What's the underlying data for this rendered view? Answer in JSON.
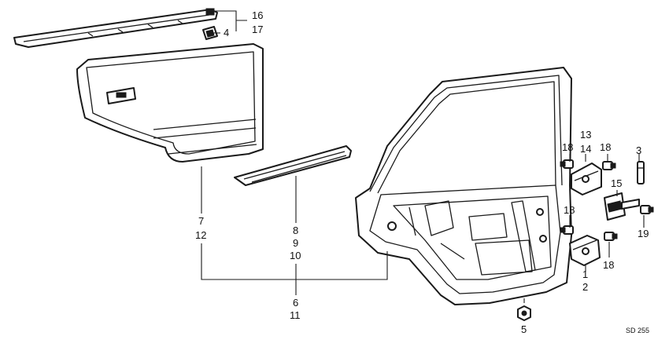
{
  "diagram_code": "SD 255",
  "callouts": {
    "c16": "16",
    "c17": "17",
    "c4": "4",
    "c7": "7",
    "c12": "12",
    "c8": "8",
    "c9": "9",
    "c10": "10",
    "c6": "6",
    "c11": "11",
    "c13": "13",
    "c14": "14",
    "c18a": "18",
    "c18b": "18",
    "c18c": "18",
    "c18d": "18",
    "c3": "3",
    "c15": "15",
    "c19": "19",
    "c1": "1",
    "c2": "2",
    "c5": "5"
  },
  "colors": {
    "ink": "#1a1a1a",
    "paper": "#ffffff"
  }
}
